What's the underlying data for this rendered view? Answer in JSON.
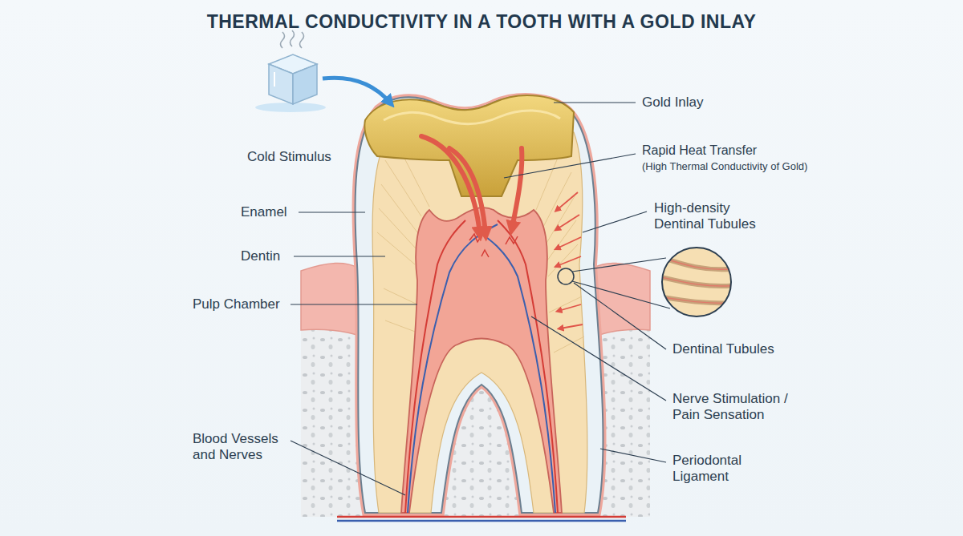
{
  "diagram": {
    "title": "THERMAL CONDUCTIVITY IN A TOOTH WITH A GOLD INLAY",
    "labels": [
      "Cold Stimulus",
      "Gold Inlay",
      "Rapid Heat Transfer",
      "(High Thermal Conductivity of Gold)",
      "Enamel",
      "High-density Dentinal Tubules",
      "Dentin",
      "Pulp Chamber",
      "Dentinal Tubules",
      "Nerve Stimulation / Pain Sensation",
      "Blood Vessels and Nerves",
      "Periodontal Ligament"
    ]
  }
}
